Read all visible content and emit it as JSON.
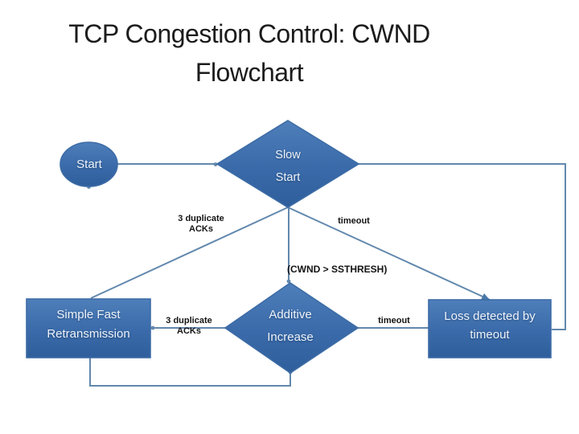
{
  "slide": {
    "title": {
      "line1": "TCP Congestion Control: CWND",
      "line2": "Flowchart"
    }
  },
  "flowchart": {
    "nodes": {
      "start": {
        "label": "Start",
        "shape": "ellipse"
      },
      "slow_start": {
        "line1": "Slow",
        "line2": "Start",
        "shape": "diamond"
      },
      "simple_fast_retransmission": {
        "line1": "Simple Fast",
        "line2": "Retransmission",
        "shape": "rectangle"
      },
      "additive_increase": {
        "line1": "Additive",
        "line2": "Increase",
        "shape": "diamond"
      },
      "loss_detected_by_timeout": {
        "line1": "Loss detected by",
        "line2": "timeout",
        "shape": "rectangle"
      }
    },
    "edge_labels": {
      "slow_start_dup_acks": {
        "line1": "3 duplicate",
        "line2": "ACKs"
      },
      "slow_start_timeout": "timeout",
      "cwnd_condition": "(CWND > SSTHRESH)",
      "additive_dup_acks": {
        "line1": "3 duplicate",
        "line2": "ACKs"
      },
      "additive_timeout": "timeout"
    },
    "colors": {
      "shape_fill_top": "#4e7fba",
      "shape_fill_bottom": "#2e5e9b",
      "shape_stroke": "#3d6ca6",
      "connector": "#6288ad",
      "node_text": "#eef3f9",
      "edge_label_text": "#141414",
      "title_text": "#1c1c1c",
      "background": "#ffffff"
    }
  }
}
